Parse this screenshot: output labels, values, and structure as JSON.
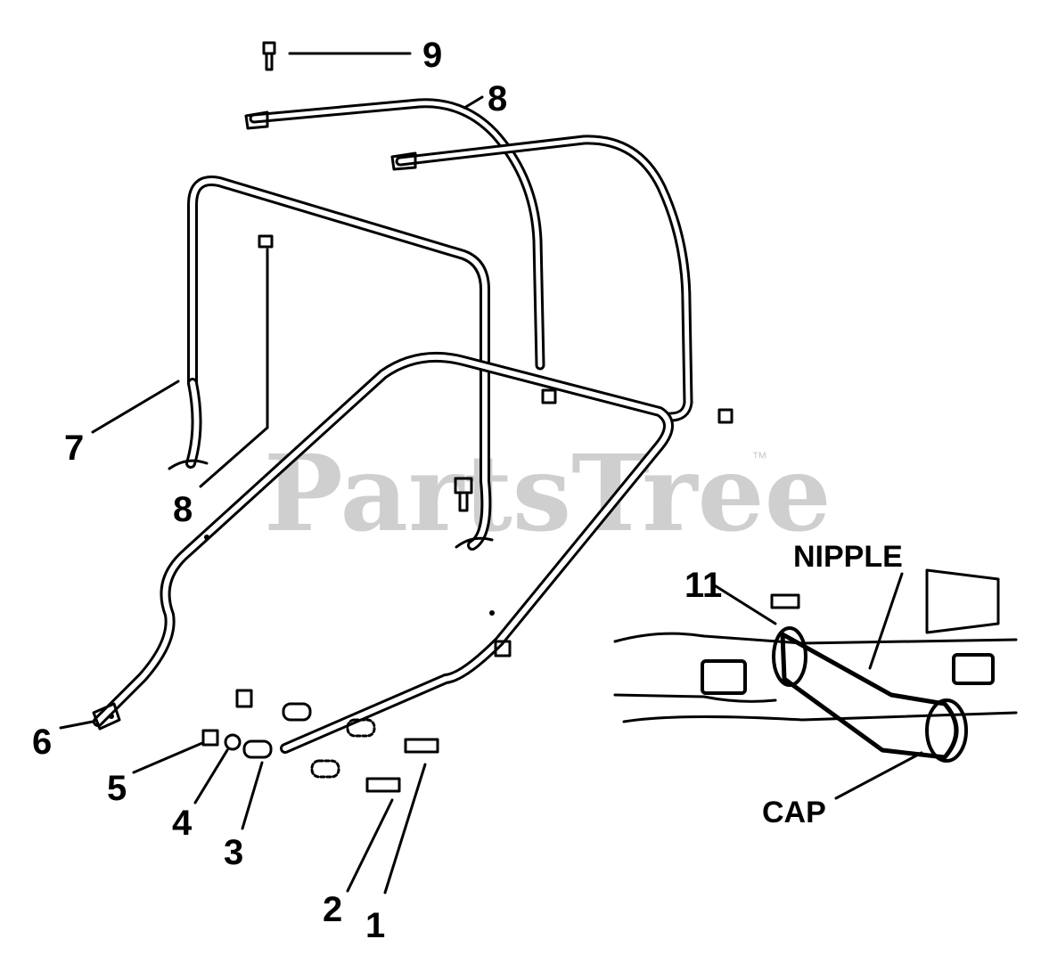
{
  "watermark": {
    "text": "PartsTree",
    "mark": "™"
  },
  "callouts": {
    "c1": "1",
    "c2": "2",
    "c3": "3",
    "c4": "4",
    "c5": "5",
    "c6": "6",
    "c7": "7",
    "c8a": "8",
    "c8b": "8",
    "c9": "9",
    "c11": "11",
    "nipple": "NIPPLE",
    "cap": "CAP"
  }
}
